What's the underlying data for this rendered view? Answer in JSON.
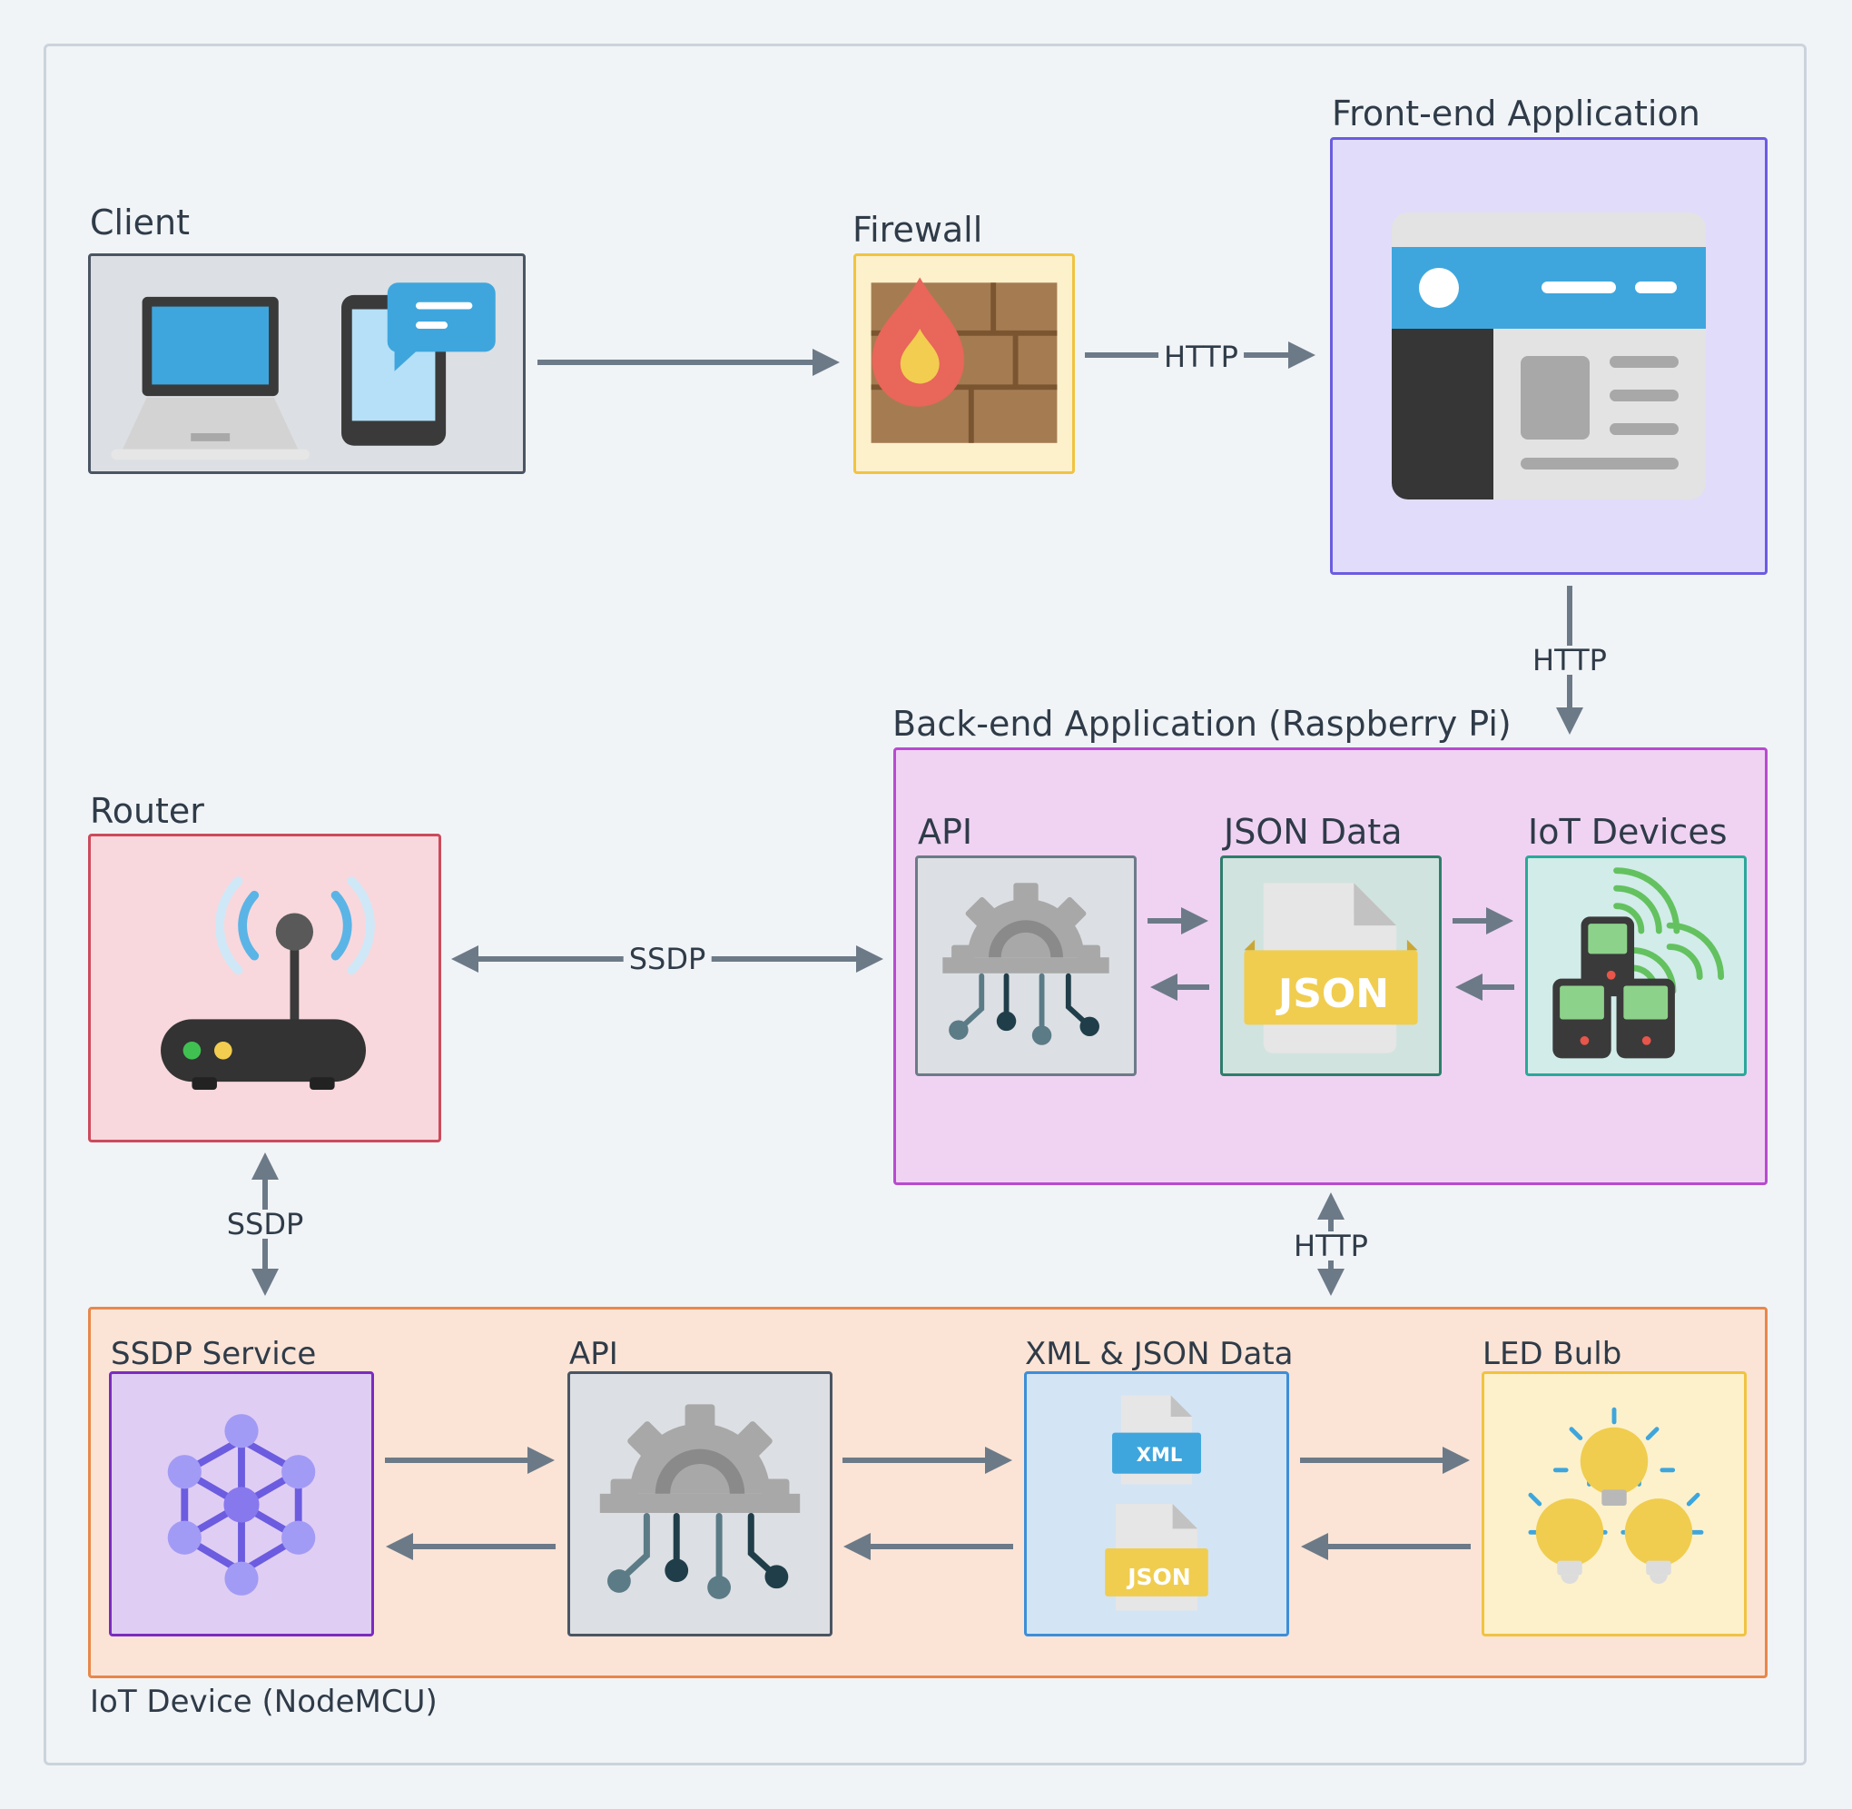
{
  "nodes": {
    "client": "Client",
    "firewall": "Firewall",
    "frontend": "Front-end Application",
    "backend": "Back-end Application (Raspberry Pi)",
    "router": "Router",
    "backend_api": "API",
    "backend_json": "JSON Data",
    "backend_iot": "IoT Devices",
    "iot_ssdp": "SSDP Service",
    "iot_api": "API",
    "iot_data": "XML & JSON Data",
    "iot_led": "LED Bulb",
    "iot_device": "IoT Device (NodeMCU)"
  },
  "edges": {
    "firewall_frontend": "HTTP",
    "frontend_backend": "HTTP",
    "router_backend": "SSDP",
    "router_iot": "SSDP",
    "backend_iot": "HTTP"
  },
  "badges": {
    "json": "JSON",
    "xml": "XML",
    "json_small": "JSON"
  },
  "icons": {
    "client": "laptop-and-phone-icon",
    "firewall": "firewall-icon",
    "frontend": "web-page-icon",
    "router": "wifi-router-icon",
    "api": "gear-circuit-icon",
    "json": "json-file-icon",
    "iot": "iot-devices-icon",
    "ssdp": "network-hub-icon",
    "xml_json": "xml-json-files-icon",
    "led": "light-bulbs-icon"
  },
  "colors": {
    "background": "#f1f4f7",
    "wire": "#6c7a88",
    "client_border": "#4a5563",
    "firewall_border": "#f0c341",
    "frontend_border": "#6b5ce0",
    "backend_border": "#b84ad0",
    "router_border": "#cc4a5c",
    "iot_border": "#e8874a"
  }
}
